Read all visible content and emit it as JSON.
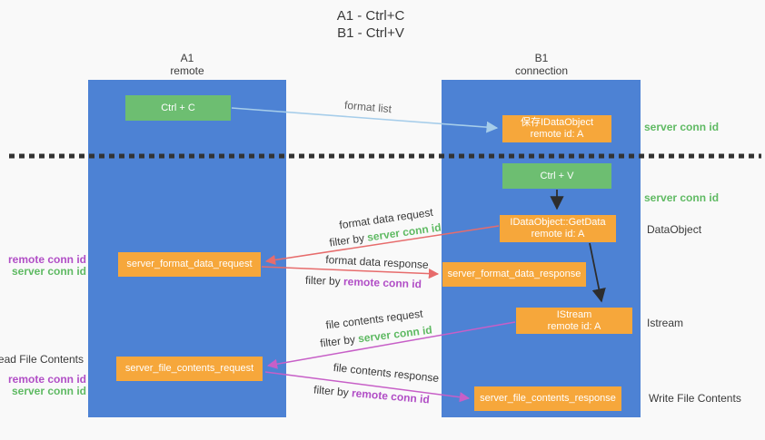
{
  "title": {
    "line1": "A1 - Ctrl+C",
    "line2": "B1 - Ctrl+V"
  },
  "lanes": {
    "left": {
      "title": "A1",
      "subtitle": "remote"
    },
    "right": {
      "title": "B1",
      "subtitle": "connection"
    }
  },
  "nodes": {
    "ctrl_c": {
      "label": "Ctrl + C"
    },
    "ctrl_v": {
      "label": "Ctrl + V"
    },
    "save_idataobject": {
      "line1": "保存IDataObject",
      "line2": "remote id: A"
    },
    "idataobject_getdata": {
      "line1": "IDataObject::GetData",
      "line2": "remote id: A"
    },
    "istream": {
      "line1": "IStream",
      "line2": "remote id: A"
    },
    "server_format_data_request": {
      "label": "server_format_data_request"
    },
    "server_format_data_response": {
      "label": "server_format_data_response"
    },
    "server_file_contents_request": {
      "label": "server_file_contents_request"
    },
    "server_file_contents_response": {
      "label": "server_file_contents_response"
    }
  },
  "edges": {
    "format_list": {
      "label": "format list"
    },
    "format_data_request": {
      "label": "format data request",
      "filter_prefix": "filter by ",
      "filter_key": "server conn id"
    },
    "format_data_response": {
      "label": "format data response",
      "filter_prefix": "filter by ",
      "filter_key": "remote conn id"
    },
    "file_contents_request": {
      "label": "file contents request",
      "filter_prefix": "filter by ",
      "filter_key": "server conn id"
    },
    "file_contents_response": {
      "label": "file contents response",
      "filter_prefix": "filter by ",
      "filter_key": "remote conn id"
    }
  },
  "side_labels": {
    "right_server_conn_id_top": "server conn id",
    "right_server_conn_id_mid": "server conn id",
    "right_dataobject": "DataObject",
    "right_istream": "Istream",
    "right_write_file_contents": "Write File Contents",
    "left_remote_conn_id_top": "remote conn id",
    "left_server_conn_id_top": "server conn id",
    "left_read_file_contents": "Read File Contents",
    "left_remote_conn_id_bottom": "remote conn id",
    "left_server_conn_id_bottom": "server conn id"
  },
  "colors": {
    "lane_blue": "#4d82d4",
    "box_green": "#6dbe71",
    "box_orange": "#f6a73b",
    "accent_green": "#5fba63",
    "accent_purple": "#b14ec6",
    "arrow_red": "#e76c6c",
    "arrow_magenta": "#c75fc7",
    "arrow_blue": "#a6cdea",
    "arrow_black": "#2d2d2d",
    "background": "#f9f9f9"
  }
}
